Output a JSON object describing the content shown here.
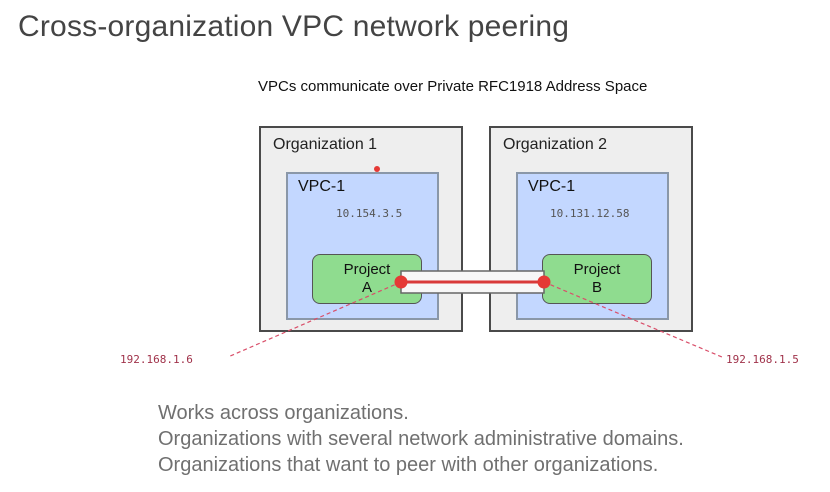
{
  "title": "Cross-organization VPC network peering",
  "subtitle": "VPCs communicate over Private RFC1918 Address Space",
  "org_a": {
    "label": "Organization 1",
    "vpc_label": "VPC-1",
    "vpc_ip": "10.154.3.5",
    "project_line1": "Project",
    "project_line2": "A"
  },
  "org_b": {
    "label": "Organization 2",
    "vpc_label": "VPC-1",
    "vpc_ip": "10.131.12.58",
    "project_line1": "Project",
    "project_line2": "B"
  },
  "ip_left": "192.168.1.6",
  "ip_right": "192.168.1.5",
  "notes": [
    "Works across organizations.",
    "Organizations with several network administrative domains.",
    "Organizations that want to peer with other organizations."
  ],
  "colors": {
    "org_bg": "#eeeeee",
    "vpc_bg": "#c3d7ff",
    "project_bg": "#8fdc8f",
    "peering_line": "#d93a3a",
    "endpoint": "#e53935",
    "ip_text": "#a0324a"
  }
}
